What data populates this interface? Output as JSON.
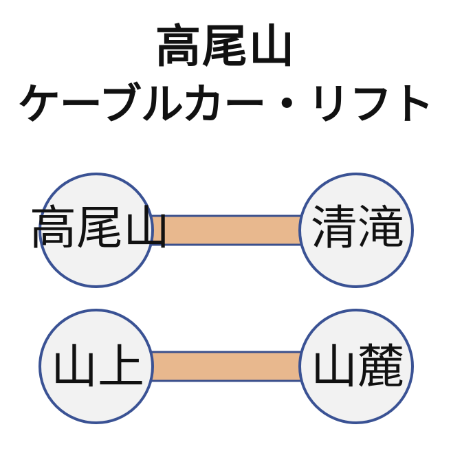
{
  "title": {
    "line1": "高尾山",
    "line2": "ケーブルカー・リフト"
  },
  "colors": {
    "track_fill": "#E8B88E",
    "track_stroke": "#3A4F8C",
    "station_fill": "#F2F2F2",
    "station_stroke": "#3A5294"
  },
  "lines": [
    {
      "name": "cable-car",
      "left_station": "高尾山",
      "right_station": "清滝"
    },
    {
      "name": "lift",
      "left_station": "山上",
      "right_station": "山麓"
    }
  ]
}
